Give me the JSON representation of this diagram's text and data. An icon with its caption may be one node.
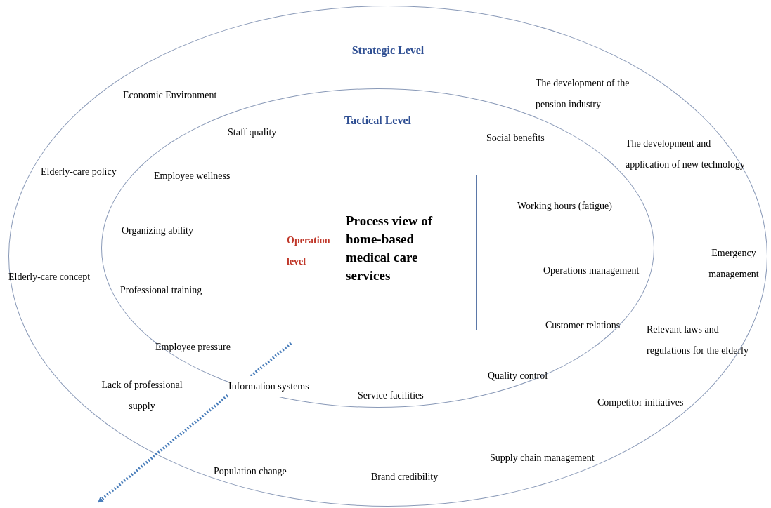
{
  "diagram": {
    "nodes": [
      {
        "text": [
          "Strategic Level"
        ]
      },
      {
        "text": [
          "Tactical Level"
        ],
        "in": 0
      },
      {
        "text": [
          "Process view of home-based medical care services"
        ],
        "in": 1,
        "beside": [
          "Operation level"
        ]
      }
    ],
    "labels": [
      "Economic Environment",
      "The development of the pension industry",
      "Staff quality",
      "Social benefits",
      "The development and application of new technology",
      "Elderly-care policy",
      "Employee wellness",
      "Working hours (fatigue)",
      "Organizing ability",
      "Emergency management",
      "Elderly-care concept",
      "Operations management",
      "Professional training",
      "Customer relations",
      "Relevant laws and regulations for the elderly",
      "Employee pressure",
      "Quality control",
      "Information systems",
      "Lack of professional supply",
      "Service facilities",
      "Competitor initiatives",
      "Supply chain management",
      "Population change",
      "Brand credibility"
    ]
  }
}
